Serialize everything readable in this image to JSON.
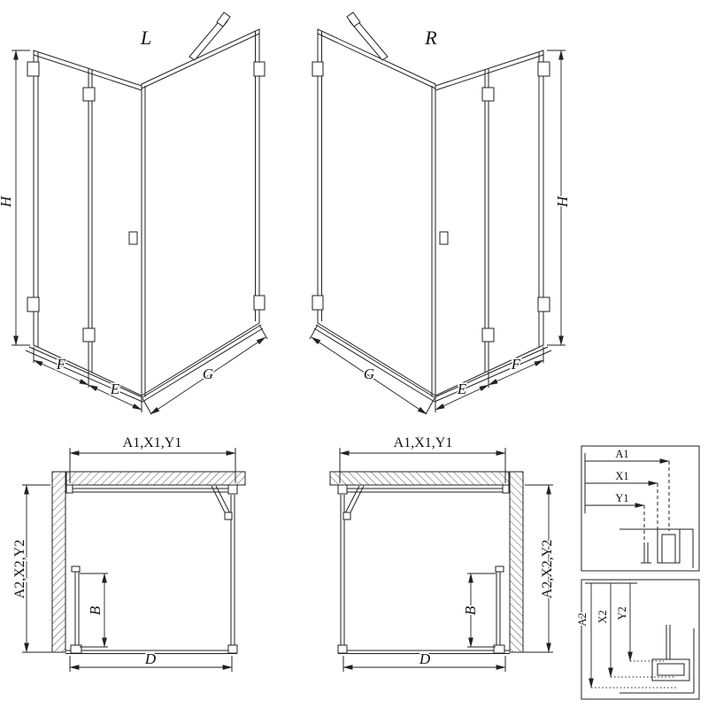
{
  "drawing": {
    "background": "#ffffff",
    "line_color": "#222222"
  },
  "views": {
    "iso_left": {
      "label": "L",
      "dim_height": "H",
      "dim_fixed_width": "F",
      "dim_door_width": "E",
      "dim_side_width": "G"
    },
    "iso_right": {
      "label": "R",
      "dim_height": "H",
      "dim_fixed_width": "F",
      "dim_door_width": "E",
      "dim_side_width": "G"
    },
    "plan_left": {
      "dim_top": "A1,X1,Y1",
      "dim_side": "A2,X2,Y2",
      "dim_door_leaf": "B",
      "dim_entry": "D"
    },
    "plan_right": {
      "dim_top": "A1,X1,Y1",
      "dim_side": "A2,X2,Y2",
      "dim_door_leaf": "B",
      "dim_entry": "D"
    },
    "detail_width_refs": {
      "labels": [
        "A1",
        "X1",
        "Y1"
      ]
    },
    "detail_depth_refs": {
      "labels": [
        "A2",
        "X2",
        "Y2"
      ]
    }
  }
}
